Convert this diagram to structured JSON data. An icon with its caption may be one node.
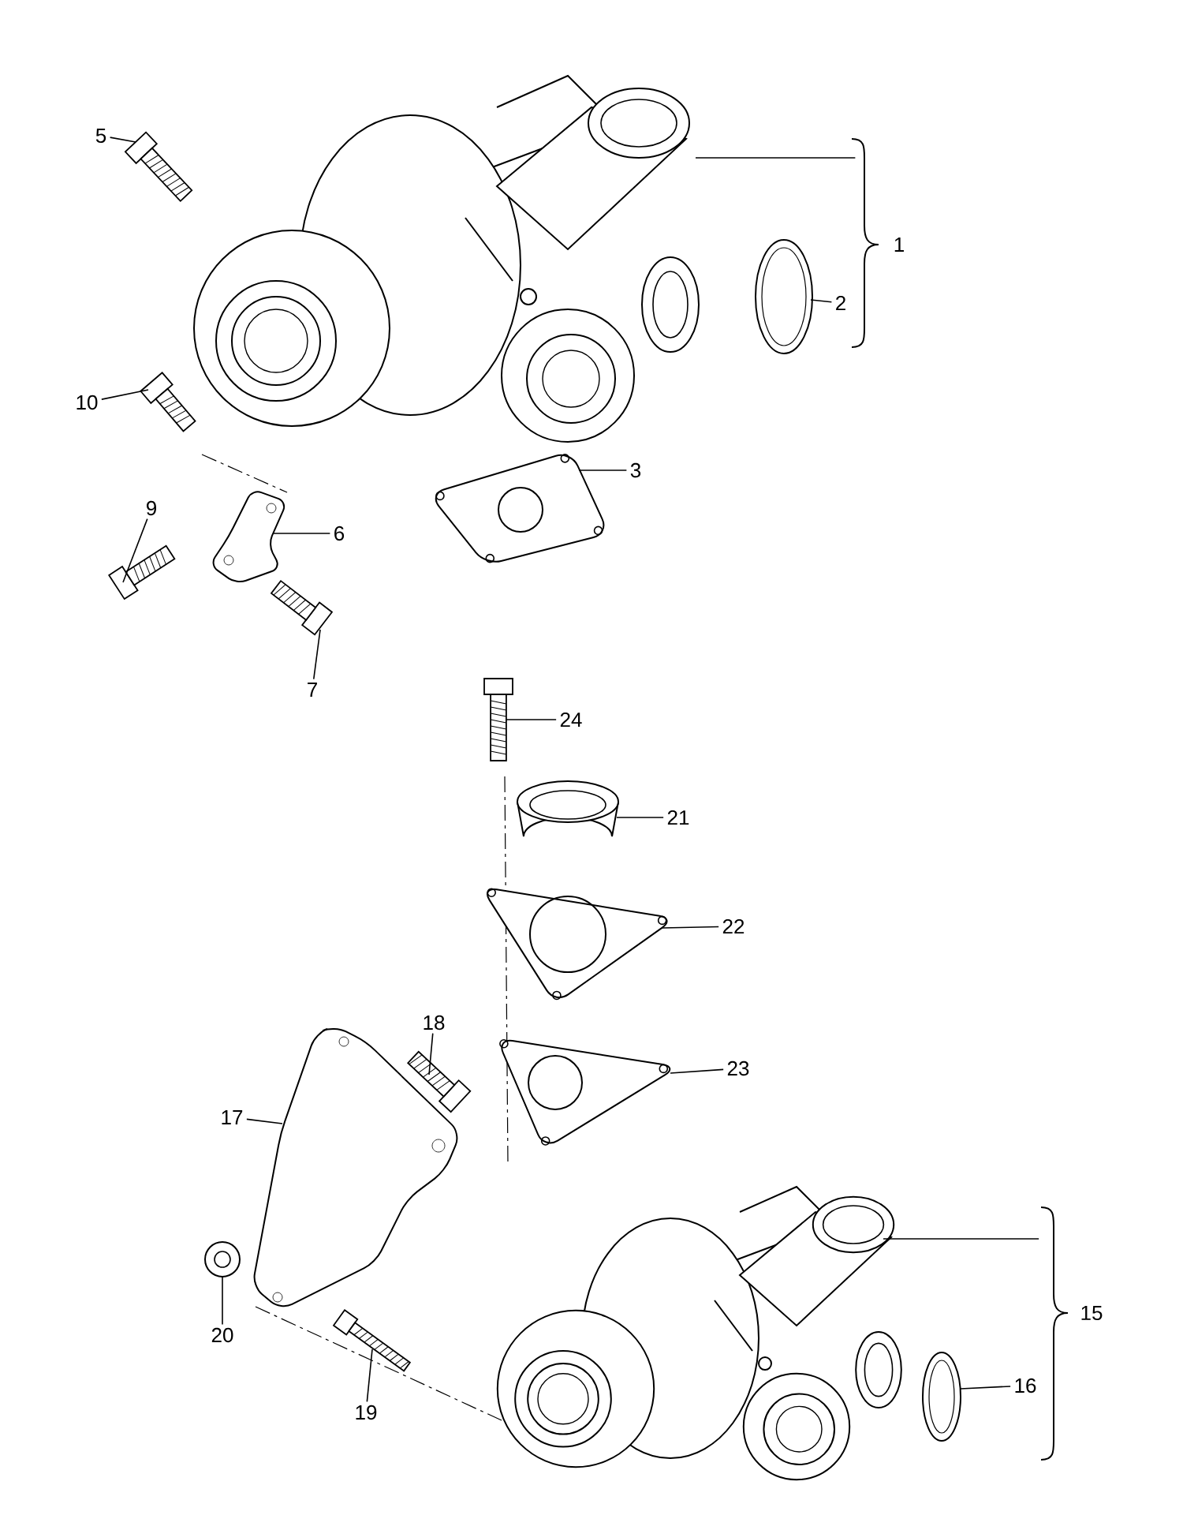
{
  "diagram": {
    "nodes": [
      {
        "text": [
          "5"
        ]
      },
      {
        "text": [],
        "shape": "picture"
      },
      {
        "text": [
          "1"
        ]
      },
      {
        "text": [],
        "shape": "picture"
      },
      {
        "text": [
          "2"
        ]
      },
      {
        "text": [],
        "shape": "picture"
      },
      {
        "text": [
          "10"
        ]
      },
      {
        "text": [],
        "shape": "picture"
      },
      {
        "text": [
          "3"
        ]
      },
      {
        "text": [],
        "shape": "picture"
      },
      {
        "text": [
          "9"
        ]
      },
      {
        "text": [],
        "shape": "picture"
      },
      {
        "text": [
          "6"
        ]
      },
      {
        "text": [],
        "shape": "picture"
      },
      {
        "text": [
          "7"
        ]
      },
      {
        "text": [],
        "shape": "picture"
      },
      {
        "text": [
          "24"
        ]
      },
      {
        "text": [],
        "shape": "picture"
      },
      {
        "text": [
          "21"
        ]
      },
      {
        "text": [],
        "shape": "picture"
      },
      {
        "text": [
          "22"
        ]
      },
      {
        "text": [],
        "shape": "picture"
      },
      {
        "text": [
          "18"
        ]
      },
      {
        "text": [],
        "shape": "picture"
      },
      {
        "text": [
          "23"
        ]
      },
      {
        "text": [],
        "shape": "picture"
      },
      {
        "text": [
          "17"
        ]
      },
      {
        "text": [],
        "shape": "picture"
      },
      {
        "text": [
          "20"
        ]
      },
      {
        "text": [],
        "shape": "picture"
      },
      {
        "text": [
          "15"
        ]
      },
      {
        "text": [],
        "shape": "picture"
      },
      {
        "text": [
          "16"
        ]
      },
      {
        "text": [],
        "shape": "picture"
      },
      {
        "text": [
          "19"
        ]
      },
      {
        "text": [],
        "shape": "picture"
      }
    ],
    "edges": [
      {
        "from": 0,
        "to": 1,
        "arrow": "none"
      },
      {
        "from": 2,
        "to": 3,
        "arrow": "none"
      },
      {
        "from": 4,
        "to": 5,
        "arrow": "none"
      },
      {
        "from": 6,
        "to": 7,
        "arrow": "none"
      },
      {
        "from": 8,
        "to": 9,
        "arrow": "none"
      },
      {
        "from": 10,
        "to": 11,
        "arrow": "none"
      },
      {
        "from": 12,
        "to": 13,
        "arrow": "none"
      },
      {
        "from": 14,
        "to": 15,
        "arrow": "none"
      },
      {
        "from": 16,
        "to": 17,
        "arrow": "none"
      },
      {
        "from": 18,
        "to": 19,
        "arrow": "none"
      },
      {
        "from": 20,
        "to": 21,
        "arrow": "none"
      },
      {
        "from": 22,
        "to": 23,
        "arrow": "none"
      },
      {
        "from": 24,
        "to": 25,
        "arrow": "none"
      },
      {
        "from": 26,
        "to": 27,
        "arrow": "none"
      },
      {
        "from": 28,
        "to": 29,
        "arrow": "none"
      },
      {
        "from": 30,
        "to": 31,
        "arrow": "none"
      },
      {
        "from": 32,
        "to": 33,
        "arrow": "none"
      },
      {
        "from": 34,
        "to": 35,
        "arrow": "none"
      }
    ]
  }
}
